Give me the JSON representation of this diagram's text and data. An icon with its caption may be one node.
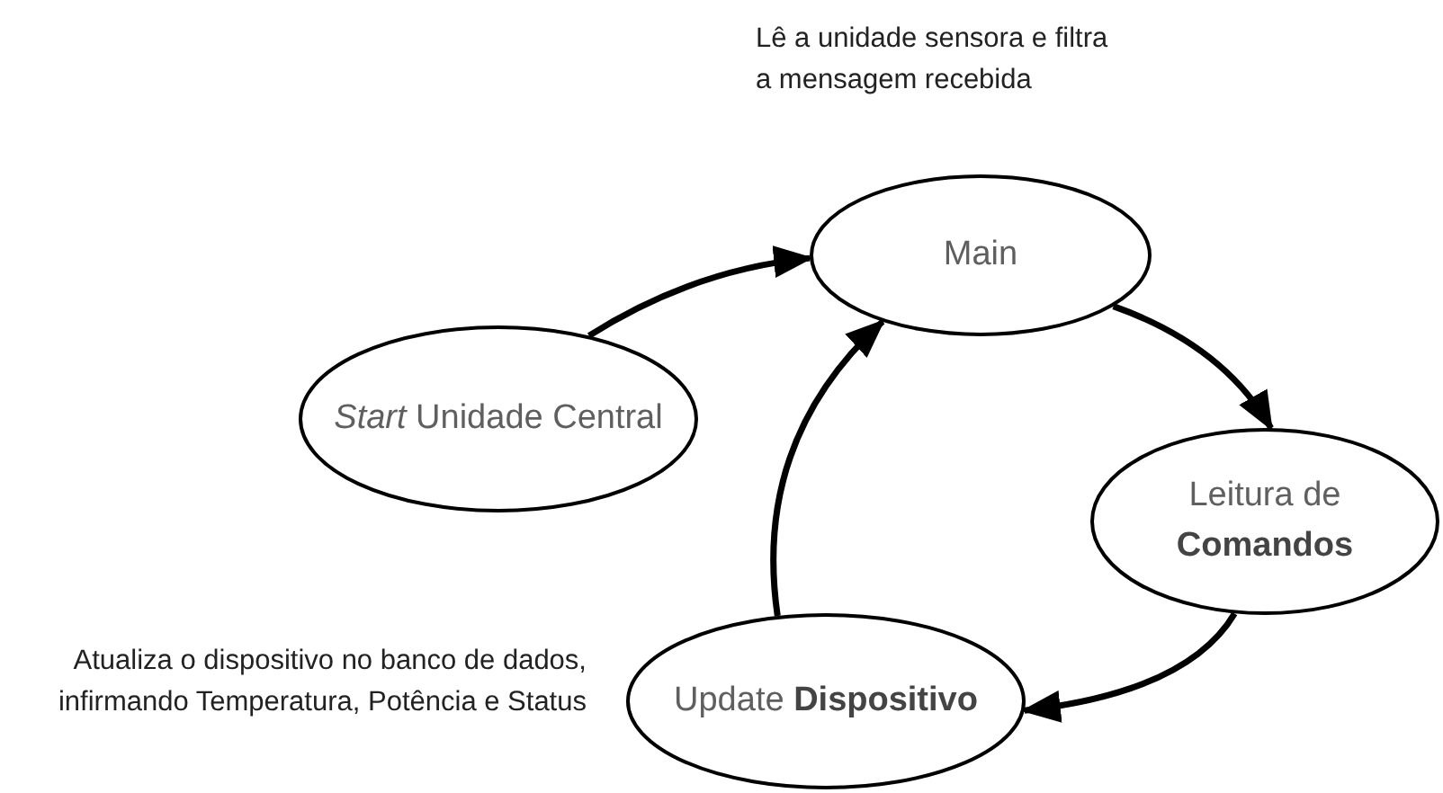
{
  "diagram": {
    "nodes": [
      {
        "text": [
          "Main"
        ],
        "beside": [
          "Lê a unidade sensora e filtra a mensagem recebida"
        ]
      },
      {
        "text": [
          "*Start* Unidade Central"
        ]
      },
      {
        "text": [
          "Leitura de **Comandos**"
        ]
      },
      {
        "text": [
          "Update **Dispositivo**"
        ],
        "beside": [
          "Atualiza o dispositivo no banco de dados, infirmando Temperatura, Potência e Status"
        ]
      }
    ],
    "edges": [
      {
        "from": 1,
        "to": 0,
        "arrow": "to"
      },
      {
        "from": 0,
        "to": 2,
        "arrow": "to"
      },
      {
        "from": 2,
        "to": 3,
        "arrow": "to"
      },
      {
        "from": 3,
        "to": 0,
        "arrow": "to"
      }
    ]
  }
}
